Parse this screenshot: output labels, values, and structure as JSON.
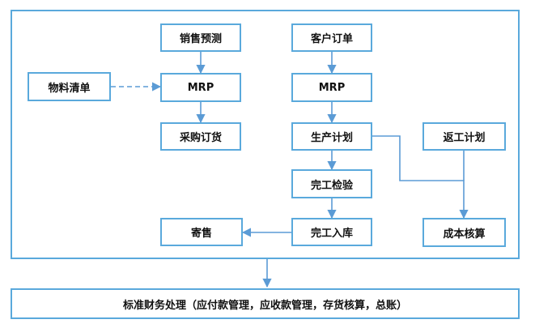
{
  "nodes": {
    "sales_forecast": "销售预测",
    "customer_order": "客户订单",
    "bom": "物料清单",
    "mrp_left": "MRP",
    "mrp_right": "MRP",
    "purchase_order": "采购订货",
    "production_plan": "生产计划",
    "rework_plan": "返工计划",
    "completion_inspection": "完工检验",
    "consignment": "寄售",
    "completion_warehousing": "完工入库",
    "cost_accounting": "成本核算"
  },
  "footer": {
    "label": "标准财务处理（应付款管理，应收款管理，存货核算，总账）"
  },
  "colors": {
    "border": "#5aa9dc",
    "arrow": "#5b9bd5"
  }
}
